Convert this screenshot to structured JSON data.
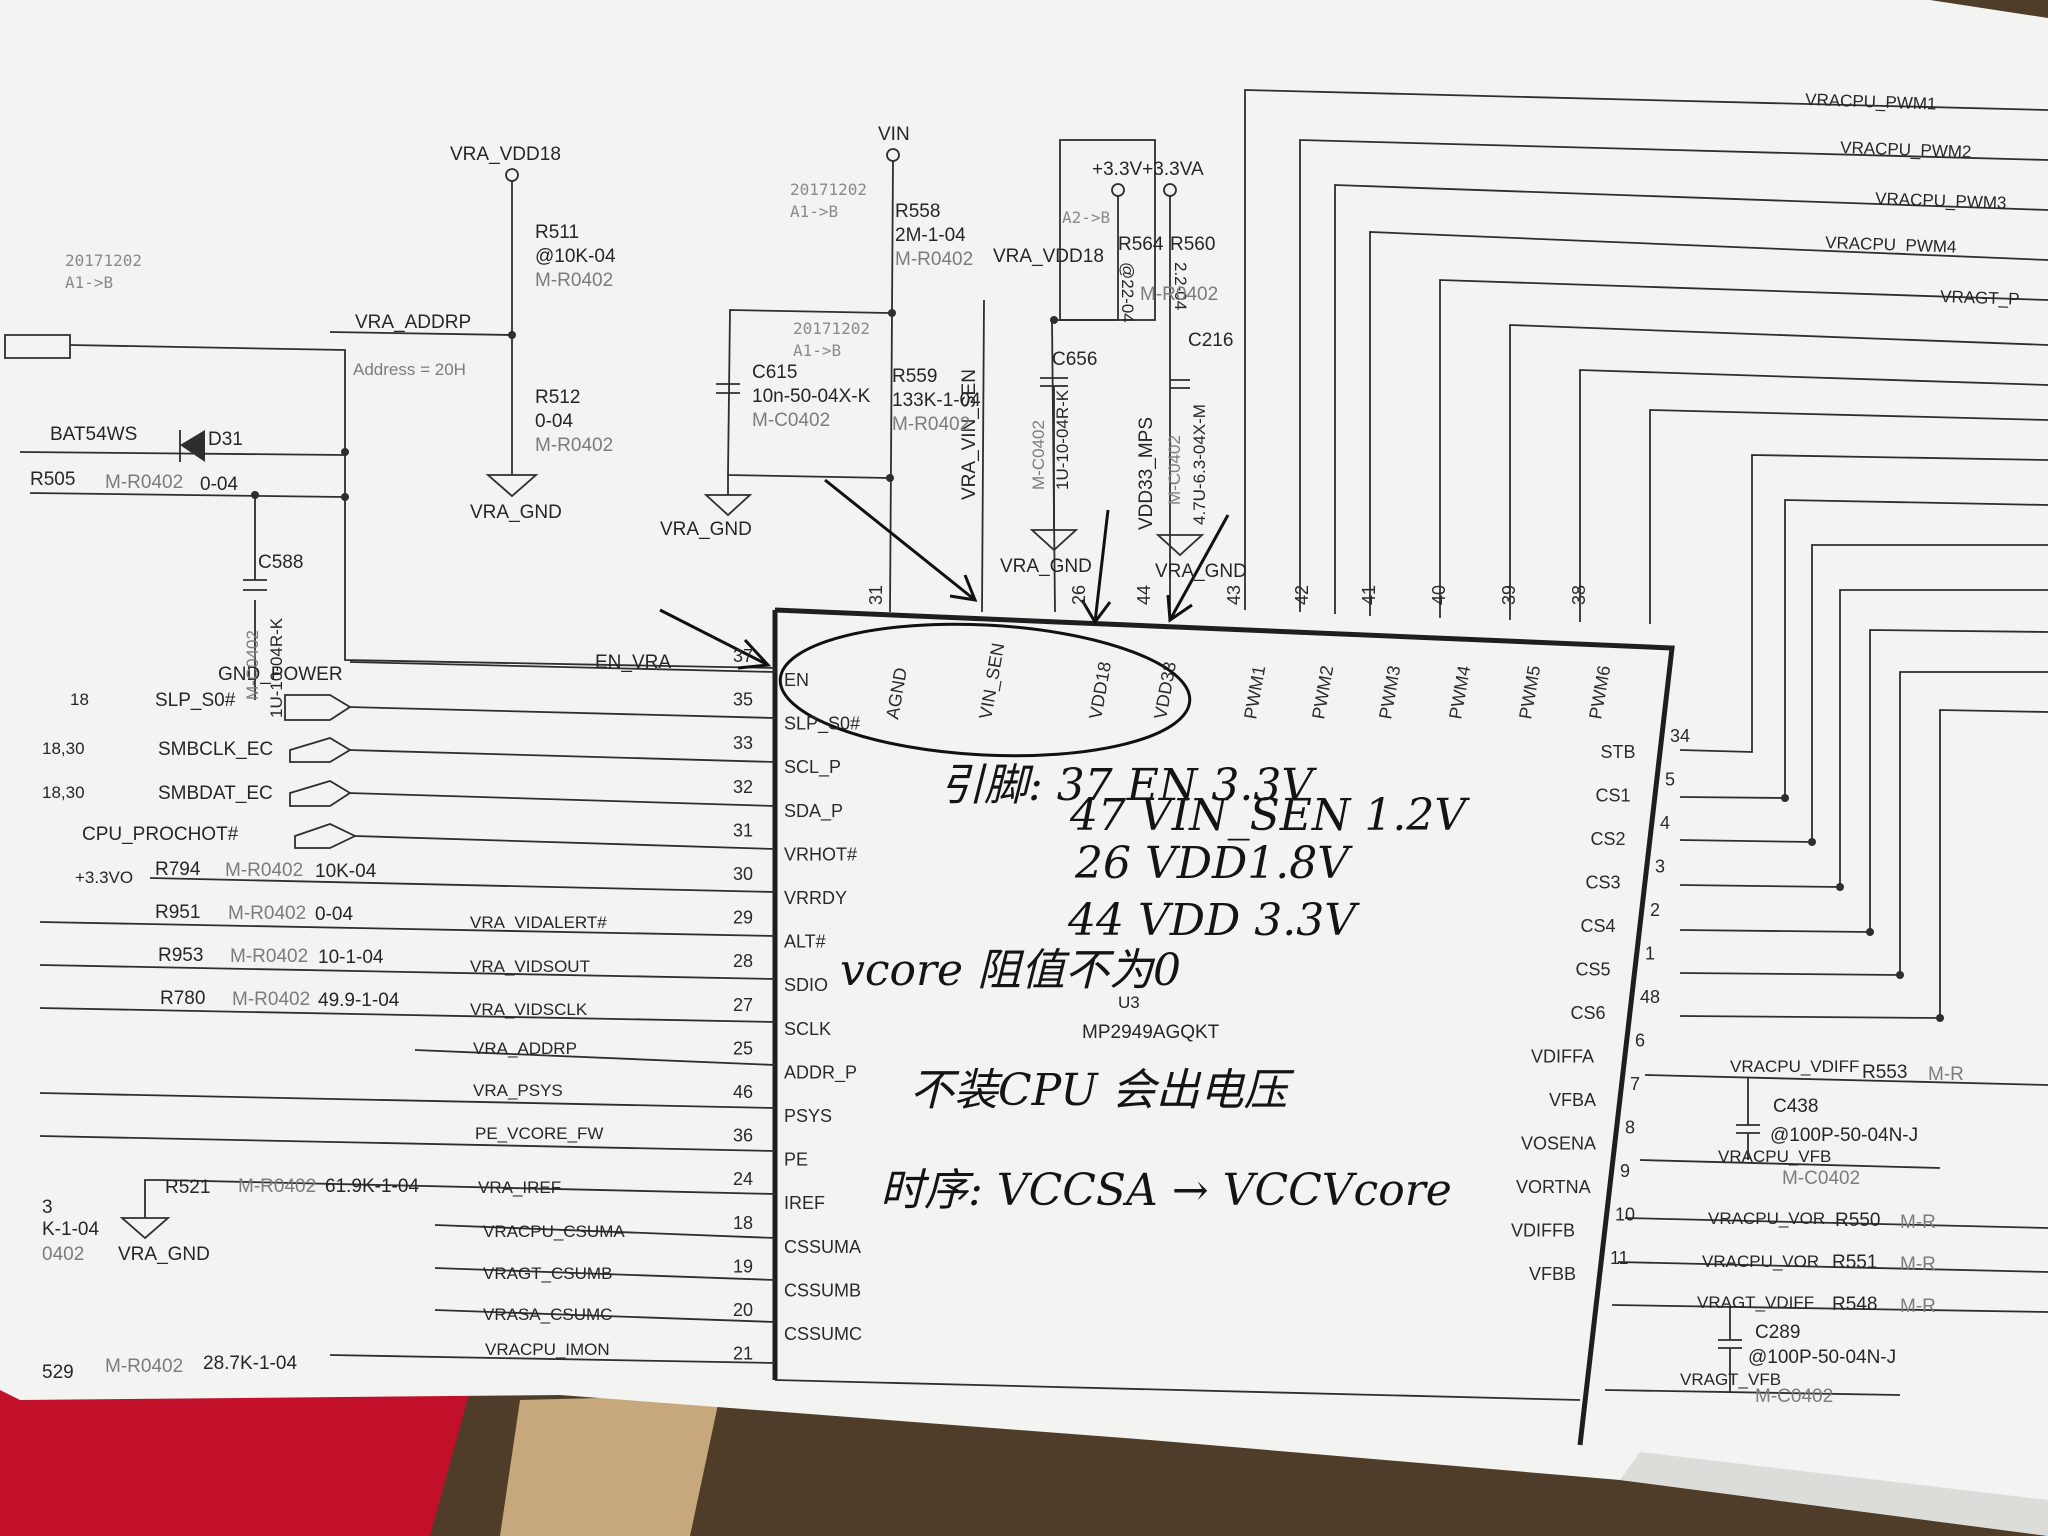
{
  "power_nets": {
    "vdd18": "VRA_VDD18",
    "vin": "VIN",
    "v33": "+3.3V+3.3VA",
    "addrp_net": "VRA_ADDRP",
    "gnd1": "VRA_GND",
    "gnd2": "VRA_GND",
    "gnd3": "VRA_GND",
    "gnd4": "VRA_GND",
    "gnd5": "VRA_GND",
    "vdd18_b": "VRA_VDD18",
    "address": "Address = 20H",
    "en_vra": "EN_VRA",
    "gnd_power": "GND_POWER",
    "v33vo": "+3.3VO",
    "vin_sen_v": "VRA_VIN_SEN",
    "vdd33mps": "VDD33_MPS"
  },
  "stamps": {
    "s1_date": "20171202",
    "s1_rev": "A1->B",
    "s2_date": "20171202",
    "s2_rev": "A1->B",
    "s3_date": "20171202",
    "s3_rev": "A1->B",
    "s4_rev": "A2->B"
  },
  "components": {
    "r511_ref": "R511",
    "r511_val": "@10K-04",
    "r511_pkg": "M-R0402",
    "r512_ref": "R512",
    "r512_val": "0-04",
    "r512_pkg": "M-R0402",
    "r558_ref": "R558",
    "r558_val": "2M-1-04",
    "r558_pkg": "M-R0402",
    "c615_ref": "C615",
    "c615_val": "10n-50-04X-K",
    "c615_pkg": "M-C0402",
    "r559_ref": "R559",
    "r559_val": "133K-1-04",
    "r559_pkg": "M-R0402",
    "r564_ref": "R564",
    "r560_ref": "R560",
    "r564_val": "@22-04",
    "r560_val": "2.2-04",
    "r560_pkg": "M-R0402",
    "c656_ref": "C656",
    "c656_val": "1U-10-04R-K",
    "c656_pkg": "M-C0402",
    "c216_ref": "C216",
    "c216_val": "4.7U-6.3-04X-M",
    "c216_pkg": "M-C0402",
    "d31_part": "BAT54WS",
    "d31_ref": "D31",
    "r505_ref": "R505",
    "r505_pkg": "M-R0402",
    "r505_val": "0-04",
    "c588_ref": "C588",
    "c588_val": "1U-10-04R-K",
    "c588_pkg": "M-C0402",
    "r794_ref": "R794",
    "r794_pkg": "M-R0402",
    "r794_val": "10K-04",
    "r951_ref": "R951",
    "r951_pkg": "M-R0402",
    "r951_val": "0-04",
    "r953_ref": "R953",
    "r953_pkg": "M-R0402",
    "r953_val": "10-1-04",
    "r780_ref": "R780",
    "r780_pkg": "M-R0402",
    "r780_val": "49.9-1-04",
    "r521_ref": "R521",
    "r521_pkg": "M-R0402",
    "r521_val": "61.9K-1-04",
    "r529_ref": "529",
    "r529_pkg": "M-R0402",
    "r529_val": "28.7K-1-04",
    "k104": "K-1-04",
    "frag_3": "3",
    "frag_0402": "0402",
    "r553_ref": "R553",
    "r553_pkg": "M-R",
    "c438_ref": "C438",
    "c438_val": "@100P-50-04N-J",
    "c438_pkg": "M-C0402",
    "r550_ref": "R550",
    "r550_pkg": "M-R",
    "r551_ref": "R551",
    "r551_pkg": "M-R",
    "r548_ref": "R548",
    "r548_pkg": "M-R",
    "c289_ref": "C289",
    "c289_val": "@100P-50-04N-J",
    "c289_pkg": "M-C0402"
  },
  "left_nets": {
    "n18a": "18",
    "slp": "SLP_S0#",
    "n1830a": "18,30",
    "smbclk": "SMBCLK_EC",
    "n1830b": "18,30",
    "smbdat": "SMBDAT_EC",
    "prochot": "CPU_PROCHOT#",
    "vidalert": "VRA_VIDALERT#",
    "vidsout": "VRA_VIDSOUT",
    "vidsclk": "VRA_VIDSCLK",
    "addrp": "VRA_ADDRP",
    "psys": "VRA_PSYS",
    "pe": "PE_VCORE_FW",
    "iref": "VRA_IREF",
    "csuma": "VRACPU_CSUMA",
    "csumb": "VRAGT_CSUMB",
    "csumc": "VRASA_CSUMC",
    "imon": "VRACPU_IMON"
  },
  "right_nets": {
    "pwm1": "VRACPU_PWM1",
    "pwm2": "VRACPU_PWM2",
    "pwm3": "VRACPU_PWM3",
    "pwm4": "VRACPU_PWM4",
    "gtp": "VRAGT_P",
    "vdiff": "VRACPU_VDIFF",
    "vfb": "VRACPU_VFB",
    "vor1": "VRACPU_VOR",
    "vor2": "VRACPU_VOR",
    "gtvdiff": "VRAGT_VDIFF",
    "gtvfb": "VRAGT_VFB"
  },
  "ic": {
    "ref": "U3",
    "part": "MP2949AGQKT",
    "left_pins": [
      {
        "num": "37",
        "name": "EN"
      },
      {
        "num": "35",
        "name": "SLP_S0#"
      },
      {
        "num": "33",
        "name": "SCL_P"
      },
      {
        "num": "32",
        "name": "SDA_P"
      },
      {
        "num": "31",
        "name": "VRHOT#"
      },
      {
        "num": "30",
        "name": "VRRDY"
      },
      {
        "num": "29",
        "name": "ALT#"
      },
      {
        "num": "28",
        "name": "SDIO"
      },
      {
        "num": "27",
        "name": "SCLK"
      },
      {
        "num": "25",
        "name": "ADDR_P"
      },
      {
        "num": "46",
        "name": "PSYS"
      },
      {
        "num": "36",
        "name": "PE"
      },
      {
        "num": "24",
        "name": "IREF"
      },
      {
        "num": "18",
        "name": "CSSUMA"
      },
      {
        "num": "19",
        "name": "CSSUMB"
      },
      {
        "num": "20",
        "name": "CSSUMC"
      },
      {
        "num": "21",
        "name": ""
      }
    ],
    "top_pins": [
      {
        "num": "31",
        "name": "AGND"
      },
      {
        "num": "",
        "name": "VIN_SEN"
      },
      {
        "num": "26",
        "name": "VDD18"
      },
      {
        "num": "44",
        "name": "VDD33"
      },
      {
        "num": "43",
        "name": "PWM1"
      },
      {
        "num": "42",
        "name": "PWM2"
      },
      {
        "num": "41",
        "name": "PWM3"
      },
      {
        "num": "40",
        "name": "PWM4"
      },
      {
        "num": "39",
        "name": "PWM5"
      },
      {
        "num": "38",
        "name": "PWM6"
      }
    ],
    "right_pins": [
      {
        "num": "34",
        "name": "STB"
      },
      {
        "num": "5",
        "name": "CS1"
      },
      {
        "num": "4",
        "name": "CS2"
      },
      {
        "num": "3",
        "name": "CS3"
      },
      {
        "num": "2",
        "name": "CS4"
      },
      {
        "num": "1",
        "name": "CS5"
      },
      {
        "num": "48",
        "name": "CS6"
      },
      {
        "num": "6",
        "name": "VDIFFA"
      },
      {
        "num": "7",
        "name": "VFBA"
      },
      {
        "num": "8",
        "name": "VOSENA"
      },
      {
        "num": "9",
        "name": "VORTNA"
      },
      {
        "num": "10",
        "name": "VDIFFB"
      },
      {
        "num": "11",
        "name": "VFBB"
      }
    ]
  },
  "handwriting": {
    "h1": "引脚: 37 EN 3.3V",
    "h2": "47 VIN_SEN 1.2V",
    "h3": "26 VDD1.8V",
    "h4": "44 VDD 3.3V",
    "h5": "vcore 阻值不为0",
    "h6": "不装CPU 会出电压",
    "h7": "时序: VCCSA → VCCVcore"
  }
}
